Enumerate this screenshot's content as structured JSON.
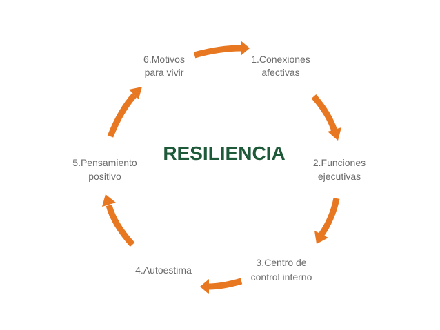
{
  "diagram": {
    "center_title": "RESILIENCIA",
    "nodes": [
      {
        "lines": [
          "1.Conexiones",
          "afectivas"
        ]
      },
      {
        "lines": [
          "2.Funciones",
          "ejecutivas"
        ]
      },
      {
        "lines": [
          "3.Centro de",
          "control interno"
        ]
      },
      {
        "lines": [
          "4.Autoestima"
        ]
      },
      {
        "lines": [
          "5.Pensamiento",
          "positivo"
        ]
      },
      {
        "lines": [
          "6.Motivos",
          "para vivir"
        ]
      }
    ],
    "colors": {
      "arrow": "#E87722",
      "title": "#1E5A3A",
      "label": "#6B6B6B",
      "background": "#FFFFFF"
    }
  }
}
